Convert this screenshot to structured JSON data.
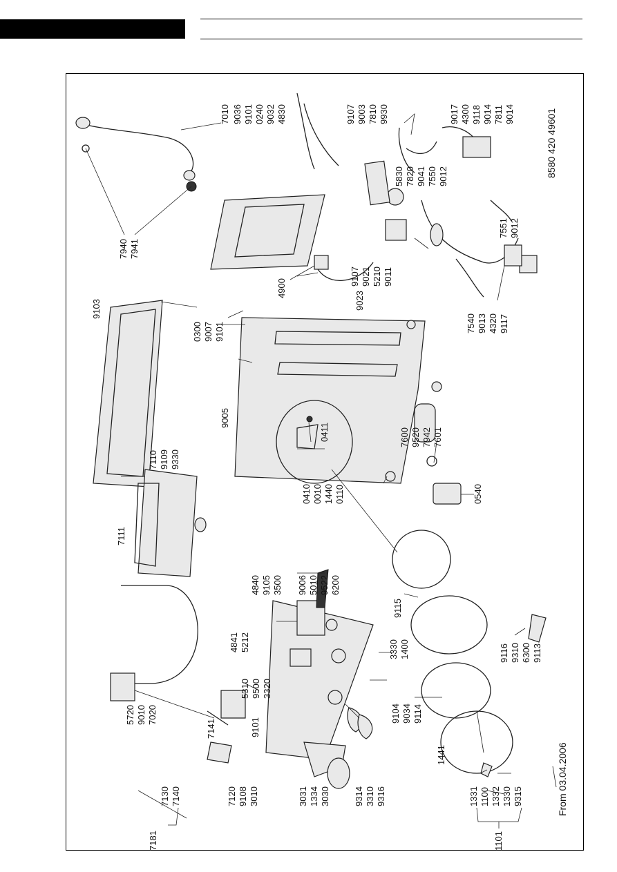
{
  "footer": {
    "date": "From 03.04.2006",
    "doc_number": "8580 420 49601"
  },
  "labels": {
    "L7010": "7010",
    "L9036": "9036",
    "L9101a": "9101",
    "L0240": "0240",
    "L9032": "9032",
    "L4830": "4830",
    "L9107a": "9107",
    "L9003": "9003",
    "L7810": "7810",
    "L9930": "9930",
    "L9017": "9017",
    "L4300": "4300",
    "L9118": "9118",
    "L9014a": "9014",
    "L7811": "7811",
    "L9014b": "9014",
    "L7940": "7940",
    "L7941": "7941",
    "L5830": "5830",
    "L7820": "7820",
    "L9041": "9041",
    "L7550": "7550",
    "L9012a": "9012",
    "L9103": "9103",
    "L4900": "4900",
    "L9107b": "9107",
    "L9021": "9021",
    "L5210": "5210",
    "L9011": "9011",
    "L9023": "9023",
    "L7551": "7551",
    "L9012b": "9012",
    "L0300": "0300",
    "L9007": "9007",
    "L9101b": "9101",
    "L7540": "7540",
    "L9013": "9013",
    "L4320": "4320",
    "L9117": "9117",
    "L9005": "9005",
    "L7600": "7600",
    "L9520": "9520",
    "L7942": "7942",
    "L7601": "7601",
    "L7110": "7110",
    "L9109": "9109",
    "L9330a": "9330",
    "L0411": "0411",
    "L7111": "7111",
    "L0410": "0410",
    "L0010": "0010",
    "L1440": "1440",
    "L0110": "0110",
    "L0540": "0540",
    "L4840": "4840",
    "L9105": "9105",
    "L3500": "3500",
    "L9006": "9006",
    "L5010": "5010",
    "L9522": "9522",
    "L6200": "6200",
    "L4841": "4841",
    "L5212": "5212",
    "L9115": "9115",
    "L5310": "5310",
    "L9500": "9500",
    "L3320": "3320",
    "L3330": "3330",
    "L1400": "1400",
    "L9116": "9116",
    "L9310a": "9310",
    "L6300": "6300",
    "L9113": "9113",
    "L5720": "5720",
    "L9010": "9010",
    "L7020": "7020",
    "L9101c": "9101",
    "L9104": "9104",
    "L9034": "9034",
    "L9114": "9114",
    "L7130": "7130",
    "L7140": "7140",
    "L7120": "7120",
    "L9108": "9108",
    "L3010": "3010",
    "L7181": "7181",
    "L7141": "7141",
    "L3031": "3031",
    "L1334": "1334",
    "L3030": "3030",
    "L9314": "9314",
    "L3310": "3310",
    "L9316": "9316",
    "L1441": "1441",
    "L1331": "1331",
    "L1100": "1100",
    "L1332": "1332",
    "L1330": "1330",
    "L9315": "9315",
    "L1101": "1101"
  }
}
